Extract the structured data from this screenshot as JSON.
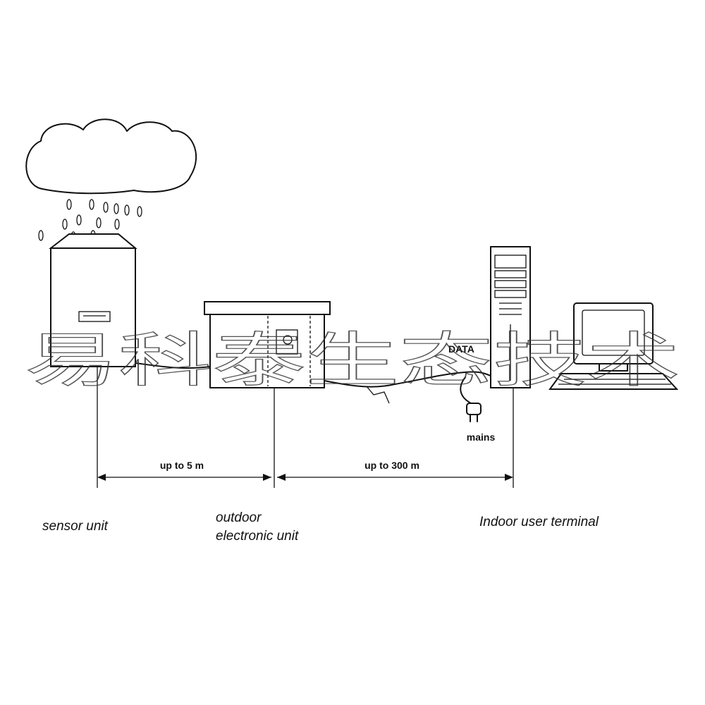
{
  "labels": {
    "sensor_unit": "sensor unit",
    "outdoor_line1": "outdoor",
    "outdoor_line2": "electronic unit",
    "indoor_terminal": "Indoor user terminal",
    "mains": "mains",
    "data": "DATA"
  },
  "distances": {
    "sensor_to_outdoor": "up to 5 m",
    "outdoor_to_indoor": "up to 300 m"
  },
  "watermark": "易科泰生态技术"
}
